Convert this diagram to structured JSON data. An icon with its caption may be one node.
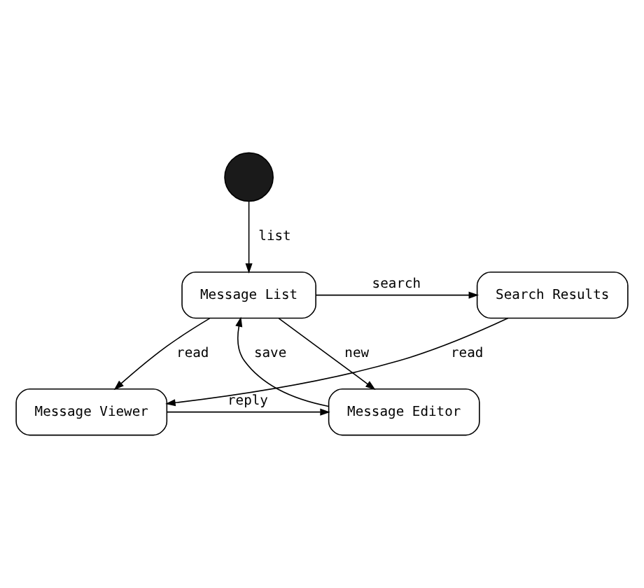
{
  "diagram": {
    "nodes": [
      {
        "text": [],
        "shape": "circle"
      },
      {
        "text": [
          "Message List"
        ]
      },
      {
        "text": [
          "Search Results"
        ]
      },
      {
        "text": [
          "Message Editor"
        ]
      },
      {
        "text": [
          "Message Viewer"
        ]
      }
    ],
    "edges": [
      {
        "from": 0,
        "to": 1,
        "arrow": "to",
        "label": "list"
      },
      {
        "from": 1,
        "to": 2,
        "arrow": "to",
        "label": "search"
      },
      {
        "from": 1,
        "to": 4,
        "arrow": "to",
        "label": "read"
      },
      {
        "from": 2,
        "to": 4,
        "arrow": "to",
        "label": "read"
      },
      {
        "from": 1,
        "to": 3,
        "arrow": "to",
        "label": "new"
      },
      {
        "from": 3,
        "to": 1,
        "arrow": "to",
        "label": "save"
      },
      {
        "from": 4,
        "to": 3,
        "arrow": "to",
        "label": "reply"
      }
    ]
  }
}
